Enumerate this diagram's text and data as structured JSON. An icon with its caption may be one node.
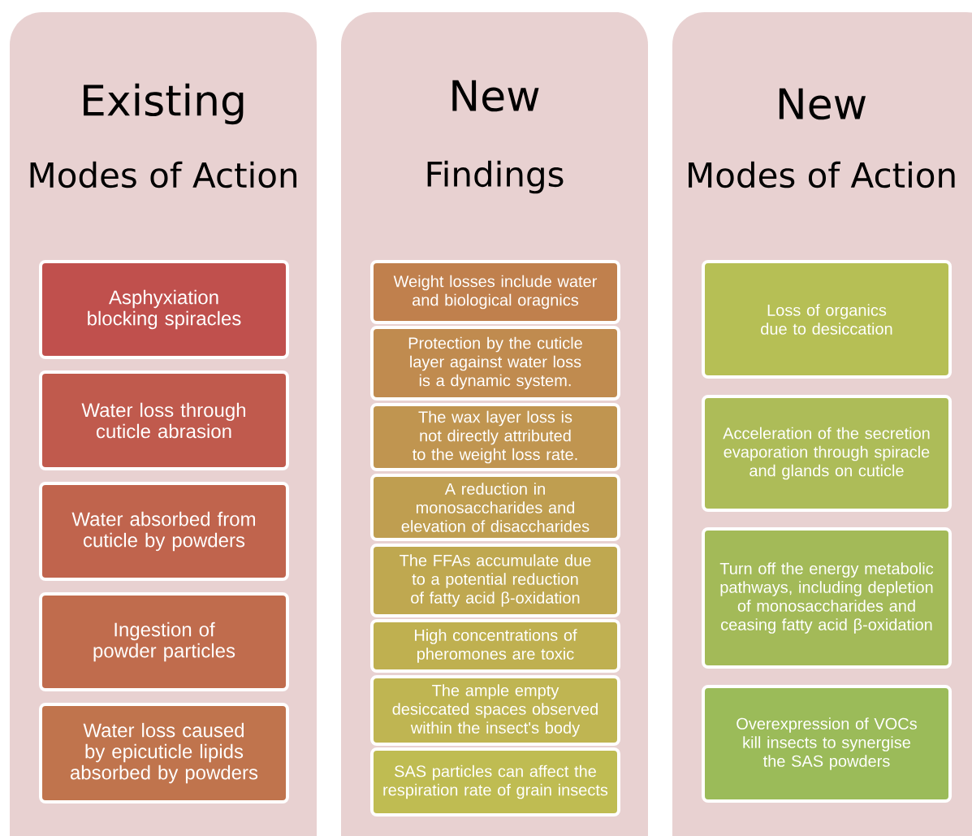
{
  "diagram": {
    "nodes": [
      {
        "text": [
          "Existing",
          "Modes of Action"
        ]
      },
      {
        "text": [
          "Asphyxiation blocking spiracles"
        ],
        "in": 0
      },
      {
        "text": [
          "Water loss through cuticle abrasion"
        ],
        "in": 0
      },
      {
        "text": [
          "Water absorbed from cuticle by powders"
        ],
        "in": 0
      },
      {
        "text": [
          "Ingestion of powder particles"
        ],
        "in": 0
      },
      {
        "text": [
          "Water loss caused by epicuticle lipids absorbed by powders"
        ],
        "in": 0
      },
      {
        "text": [
          "New",
          "Findings"
        ]
      },
      {
        "text": [
          "Weight losses include water and biological oragnics"
        ],
        "in": 6
      },
      {
        "text": [
          "Protection by the cuticle layer against water loss is a dynamic system."
        ],
        "in": 6
      },
      {
        "text": [
          "The wax layer loss is not directly attributed to the weight loss rate."
        ],
        "in": 6
      },
      {
        "text": [
          "A reduction in monosaccharides and elevation of disaccharides"
        ],
        "in": 6
      },
      {
        "text": [
          "The FFAs accumulate due to a potential reduction of fatty acid β-oxidation"
        ],
        "in": 6
      },
      {
        "text": [
          "High concentrations of pheromones are toxic"
        ],
        "in": 6
      },
      {
        "text": [
          "The ample empty desiccated spaces observed within the insect's body"
        ],
        "in": 6
      },
      {
        "text": [
          "SAS particles can affect the respiration rate of grain insects"
        ],
        "in": 6
      },
      {
        "text": [
          "New",
          "Modes of Action"
        ]
      },
      {
        "text": [
          "Loss of organics due to desiccation"
        ],
        "in": 15
      },
      {
        "text": [
          "Acceleration of the secretion evaporation through spiracle and glands on cuticle"
        ],
        "in": 15
      },
      {
        "text": [
          "Turn off the energy metabolic pathways, including depletion of monosaccharides and ceasing fatty acid β-oxidation"
        ],
        "in": 15
      },
      {
        "text": [
          "Overexpression of VOCs kill insects to synergise the SAS powders"
        ],
        "in": 15
      }
    ]
  }
}
